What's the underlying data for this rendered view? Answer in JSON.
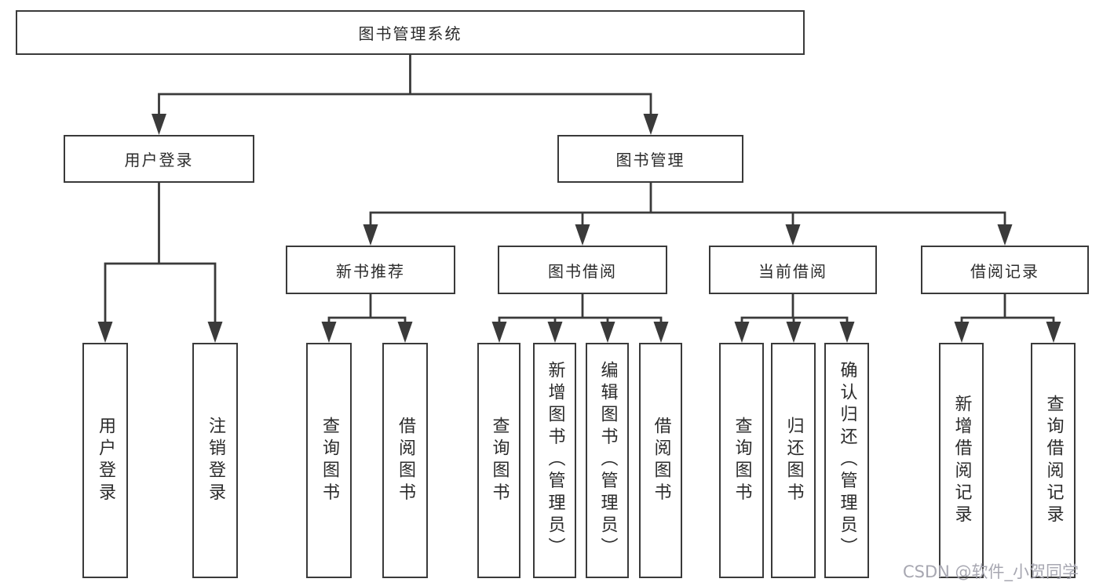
{
  "title": "图书管理系统",
  "tree": {
    "label": "图书管理系统",
    "children": [
      {
        "label": "用户登录",
        "children": [
          {
            "label": "用户登录"
          },
          {
            "label": "注销登录"
          }
        ]
      },
      {
        "label": "图书管理",
        "children": [
          {
            "label": "新书推荐",
            "children": [
              {
                "label": "查询图书"
              },
              {
                "label": "借阅图书"
              }
            ]
          },
          {
            "label": "图书借阅",
            "children": [
              {
                "label": "查询图书"
              },
              {
                "label": "新增图书（管理员）"
              },
              {
                "label": "编辑图书（管理员）"
              },
              {
                "label": "借阅图书"
              }
            ]
          },
          {
            "label": "当前借阅",
            "children": [
              {
                "label": "查询图书"
              },
              {
                "label": "归还图书"
              },
              {
                "label": "确认归还（管理员）"
              }
            ]
          },
          {
            "label": "借阅记录",
            "children": [
              {
                "label": "新增借阅记录"
              },
              {
                "label": "查询借阅记录"
              }
            ]
          }
        ]
      }
    ]
  },
  "watermark": "CSDN @软件_小贺同学",
  "colors": {
    "line": "#3a3a3a",
    "text": "#2b2b2b",
    "box_bg": "#ffffff",
    "watermark": "#a7a7b1"
  }
}
